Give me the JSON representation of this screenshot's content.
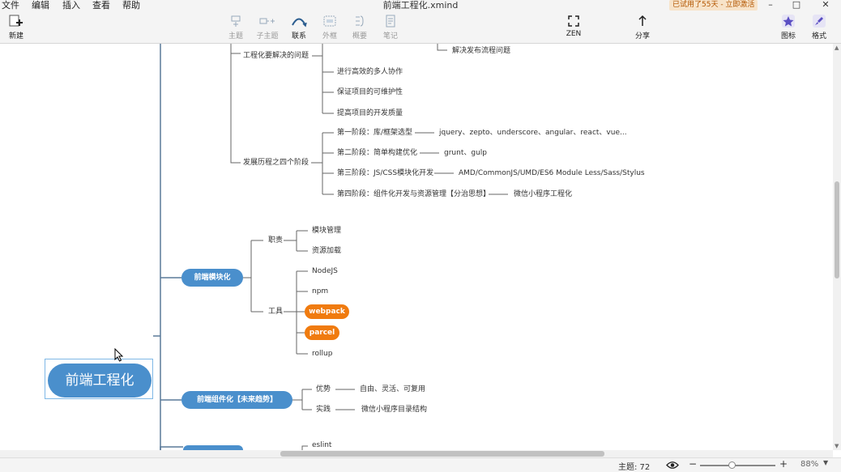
{
  "menu": {
    "file": "文件",
    "edit": "编辑",
    "insert": "插入",
    "view": "查看",
    "help": "帮助"
  },
  "window_title": "前端工程化.xmind",
  "trial_badge": "已试用了55天 - 立即激活",
  "toolbar": {
    "new": "新建",
    "topic": "主题",
    "subtopic": "子主题",
    "relation": "联系",
    "boundary": "外框",
    "summary": "概要",
    "note": "笔记",
    "zen": "ZEN",
    "share": "分享",
    "icons": "图标",
    "format": "格式"
  },
  "mindmap": {
    "root": "前端工程化",
    "problems": {
      "label": "工程化要解决的问题",
      "items": [
        "解决发布流程问题",
        "进行高效的多人协作",
        "保证项目的可维护性",
        "提高项目的开发质量"
      ]
    },
    "history": {
      "label": "发展历程之四个阶段",
      "stages": [
        {
          "label": "第一阶段：库/框架选型",
          "detail": "jquery、zepto、underscore、angular、react、vue..."
        },
        {
          "label": "第二阶段：简单构建优化",
          "detail": "grunt、gulp"
        },
        {
          "label": "第三阶段：JS/CSS模块化开发",
          "detail": "AMD/CommonJS/UMD/ES6 Module  Less/Sass/Stylus"
        },
        {
          "label": "第四阶段：组件化开发与资源管理【分治思想】",
          "detail": "微信小程序工程化"
        }
      ]
    },
    "modular": {
      "label": "前端模块化",
      "duty": {
        "label": "职责",
        "items": [
          "模块管理",
          "资源加载"
        ]
      },
      "tools": {
        "label": "工具",
        "items": [
          "NodeJS",
          "npm",
          "webpack",
          "parcel",
          "rollup"
        ]
      }
    },
    "component": {
      "label": "前端组件化【未来趋势】",
      "advantage": {
        "label": "优势",
        "detail": "自由、灵活、可复用"
      },
      "practice": {
        "label": "实践",
        "detail": "微信小程序目录结构"
      }
    },
    "next_item": "eslint"
  },
  "status": {
    "topic_count": "主题: 72",
    "zoom": "88%"
  }
}
